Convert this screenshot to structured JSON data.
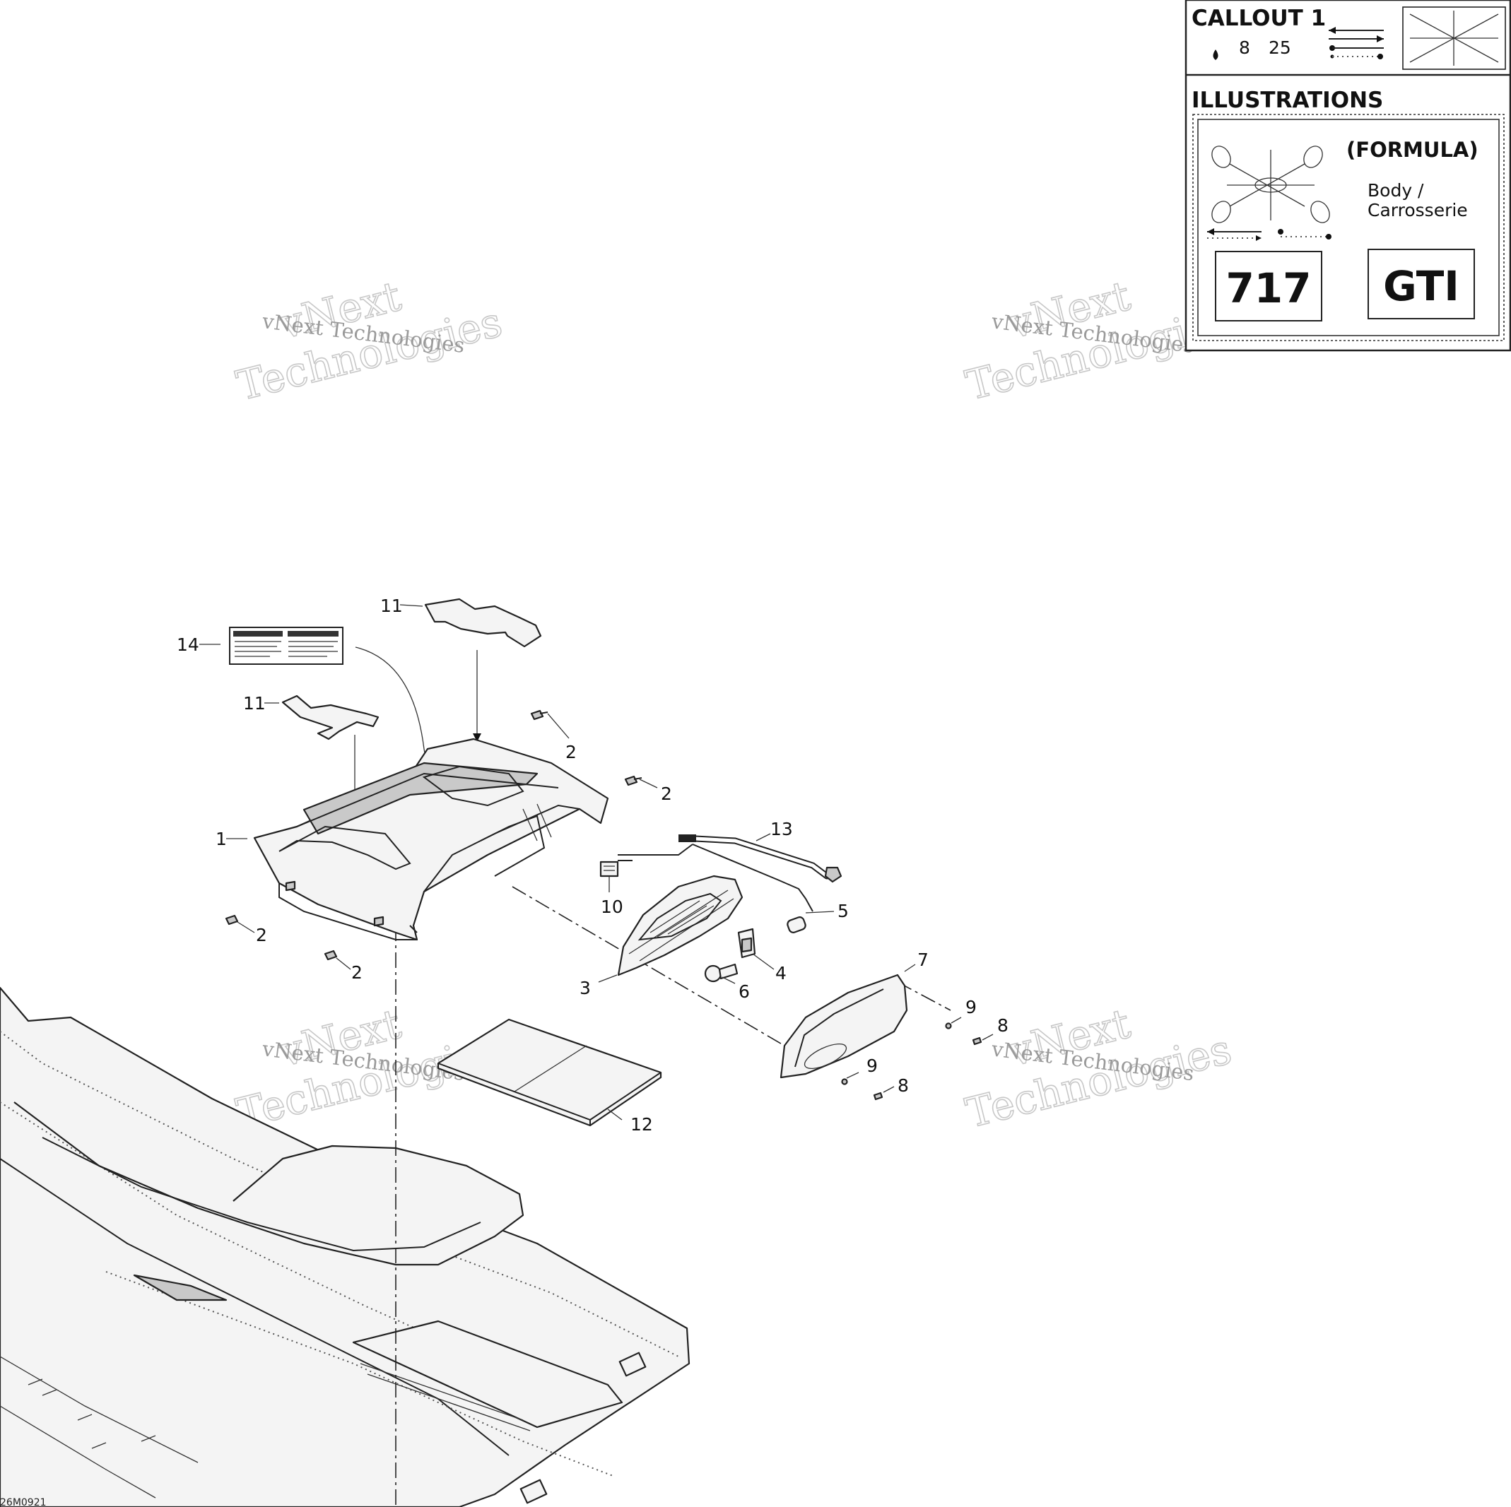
{
  "diagram": {
    "drawing_number": "26M0921",
    "part_callouts": [
      {
        "id": "c1",
        "text": "1"
      },
      {
        "id": "c2a",
        "text": "2"
      },
      {
        "id": "c2b",
        "text": "2"
      },
      {
        "id": "c2c",
        "text": "2"
      },
      {
        "id": "c2d",
        "text": "2"
      },
      {
        "id": "c3",
        "text": "3"
      },
      {
        "id": "c4",
        "text": "4"
      },
      {
        "id": "c5",
        "text": "5"
      },
      {
        "id": "c6",
        "text": "6"
      },
      {
        "id": "c7",
        "text": "7"
      },
      {
        "id": "c8a",
        "text": "8"
      },
      {
        "id": "c8b",
        "text": "8"
      },
      {
        "id": "c9a",
        "text": "9"
      },
      {
        "id": "c9b",
        "text": "9"
      },
      {
        "id": "c10",
        "text": "10"
      },
      {
        "id": "c11a",
        "text": "11"
      },
      {
        "id": "c11b",
        "text": "11"
      },
      {
        "id": "c12",
        "text": "12"
      },
      {
        "id": "c13",
        "text": "13"
      },
      {
        "id": "c14",
        "text": "14"
      }
    ],
    "watermark": {
      "big_line1": "vNext",
      "big_line2": "Technologies",
      "small": "vNext Technologies"
    }
  },
  "legend": {
    "callout_title": "CALLOUT 1",
    "callout_values": [
      "8",
      "25"
    ],
    "illustrations_title": "ILLUSTRATIONS",
    "model_family": "(FORMULA)",
    "section_line1": "Body /",
    "section_line2": "Carrosserie",
    "engine_code": "717",
    "model_code": "GTI"
  }
}
